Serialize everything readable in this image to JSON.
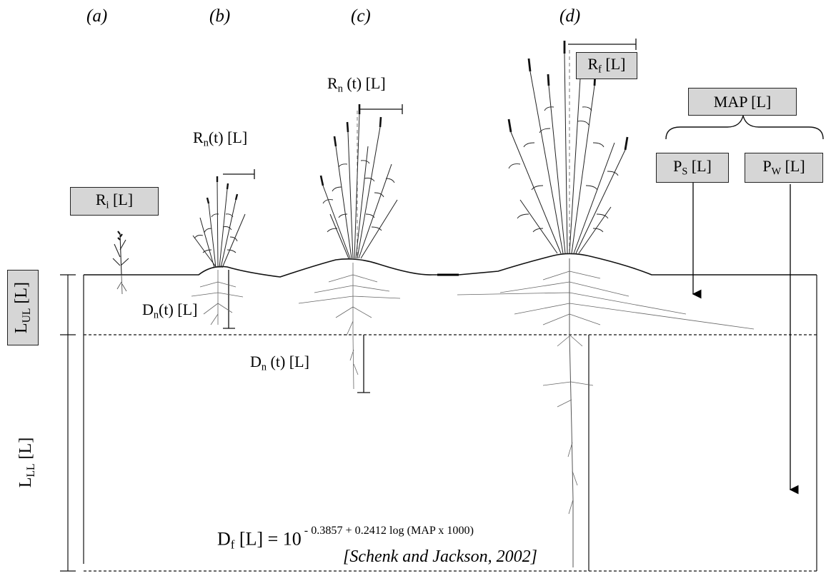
{
  "panels": [
    "(a)",
    "(b)",
    "(c)",
    "(d)"
  ],
  "labels": {
    "ri": {
      "main": "R",
      "sub": "i",
      "rest": " [L]"
    },
    "rn_b": {
      "main": "R",
      "sub": "n",
      "rest": "(t) [L]"
    },
    "rn_c": {
      "main": "R",
      "sub": "n",
      "rest": " (t) [L]"
    },
    "rf": {
      "main": "R",
      "sub": "f",
      "rest": " [L]"
    },
    "map": "MAP [L]",
    "ps": {
      "main": "P",
      "sub": "S",
      "rest": " [L]"
    },
    "pw": {
      "main": "P",
      "sub": "W",
      "rest": " [L]"
    },
    "dn_b": {
      "main": "D",
      "sub": "n",
      "rest": "(t) [L]"
    },
    "dn_c": {
      "main": "D",
      "sub": "n",
      "rest": " (t) [L]"
    },
    "lul": {
      "main": "L",
      "sub": "UL",
      "rest": " [L]"
    },
    "lll": {
      "main": "L",
      "sub": "LL",
      "rest": " [L]"
    }
  },
  "formula": {
    "lhs_main": "D",
    "lhs_sub": "f",
    "lhs_rest": " [L] = 10",
    "exponent": " - 0.3857 + 0.2412 log (MAP x 1000)",
    "citation": "[Schenk and Jackson, 2002]"
  }
}
